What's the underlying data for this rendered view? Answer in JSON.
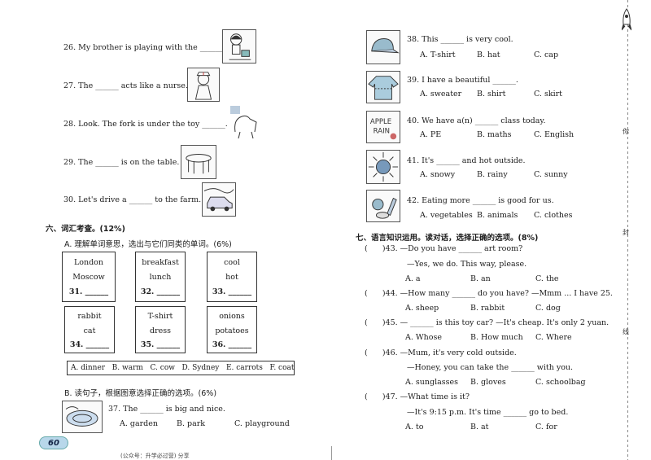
{
  "left": {
    "q26": "26. My brother is playing with the ______.",
    "q27": "27. The ______ acts like a nurse.",
    "q28": "28. Look. The fork is under the toy ______.",
    "q29": "29. The ______ is on the table.",
    "q30": "30. Let's drive a ______ to the farm.",
    "sec6_title": "六、词汇考查。(12%)",
    "sec6_a": "A. 理解单词意思，选出与它们同类的单词。(6%)",
    "boxes": [
      {
        "w1": "London",
        "w2": "Moscow",
        "num": "31. ______"
      },
      {
        "w1": "breakfast",
        "w2": "lunch",
        "num": "32. ______"
      },
      {
        "w1": "cool",
        "w2": "hot",
        "num": "33. ______"
      },
      {
        "w1": "rabbit",
        "w2": "cat",
        "num": "34. ______"
      },
      {
        "w1": "T-shirt",
        "w2": "dress",
        "num": "35. ______"
      },
      {
        "w1": "onions",
        "w2": "potatoes",
        "num": "36. ______"
      }
    ],
    "options_row": "A. dinner   B. warm   C. cow   D. Sydney   E. carrots   F. coat",
    "sec6_b": "B. 读句子，根据图意选择正确的选项。(6%)",
    "q37": "37. The ______ is big and nice.",
    "q37_opts": [
      "A. garden",
      "B. park",
      "C. playground"
    ],
    "page_number": "60",
    "footer": "(公众号：升学必过营) 分享"
  },
  "right": {
    "q38": "38. This ______ is very cool.",
    "q38_opts": [
      "A. T-shirt",
      "B. hat",
      "C. cap"
    ],
    "q39": "39. I have a beautiful ______.",
    "q39_opts": [
      "A. sweater",
      "B. shirt",
      "C. skirt"
    ],
    "q40": "40. We have a(n) ______ class today.",
    "q40_opts": [
      "A. PE",
      "B. maths",
      "C. English"
    ],
    "q41": "41. It's ______ and hot outside.",
    "q41_opts": [
      "A. snowy",
      "B. rainy",
      "C. sunny"
    ],
    "q42": "42. Eating more ______ is good for us.",
    "q42_opts": [
      "A. vegetables",
      "B. animals",
      "C. clothes"
    ],
    "sec7_title": "七、语言知识运用。读对话，选择正确的选项。(8%)",
    "q43": "(      )43. —Do you have ______ art room?",
    "q43_b": "—Yes, we do. This way, please.",
    "q43_opts": [
      "A. a",
      "B. an",
      "C. the"
    ],
    "q44": "(      )44. —How many ______ do you have? —Mmm ... I have 25.",
    "q44_opts": [
      "A. sheep",
      "B. rabbit",
      "C. dog"
    ],
    "q45": "(      )45. — ______ is this toy car? —It's cheap. It's only 2 yuan.",
    "q45_opts": [
      "A. Whose",
      "B. How much",
      "C. Where"
    ],
    "q46": "(      )46. —Mum, it's very cold outside.",
    "q46_b": "—Honey, you can take the ______ with you.",
    "q46_opts": [
      "A. sunglasses",
      "B. gloves",
      "C. schoolbag"
    ],
    "q47": "(      )47. —What time is it?",
    "q47_b": "—It's 9:15 p.m. It's time ______ go to bed.",
    "q47_opts": [
      "A. to",
      "B. at",
      "C. for"
    ],
    "side_chars": [
      "你",
      "封",
      "线"
    ]
  }
}
